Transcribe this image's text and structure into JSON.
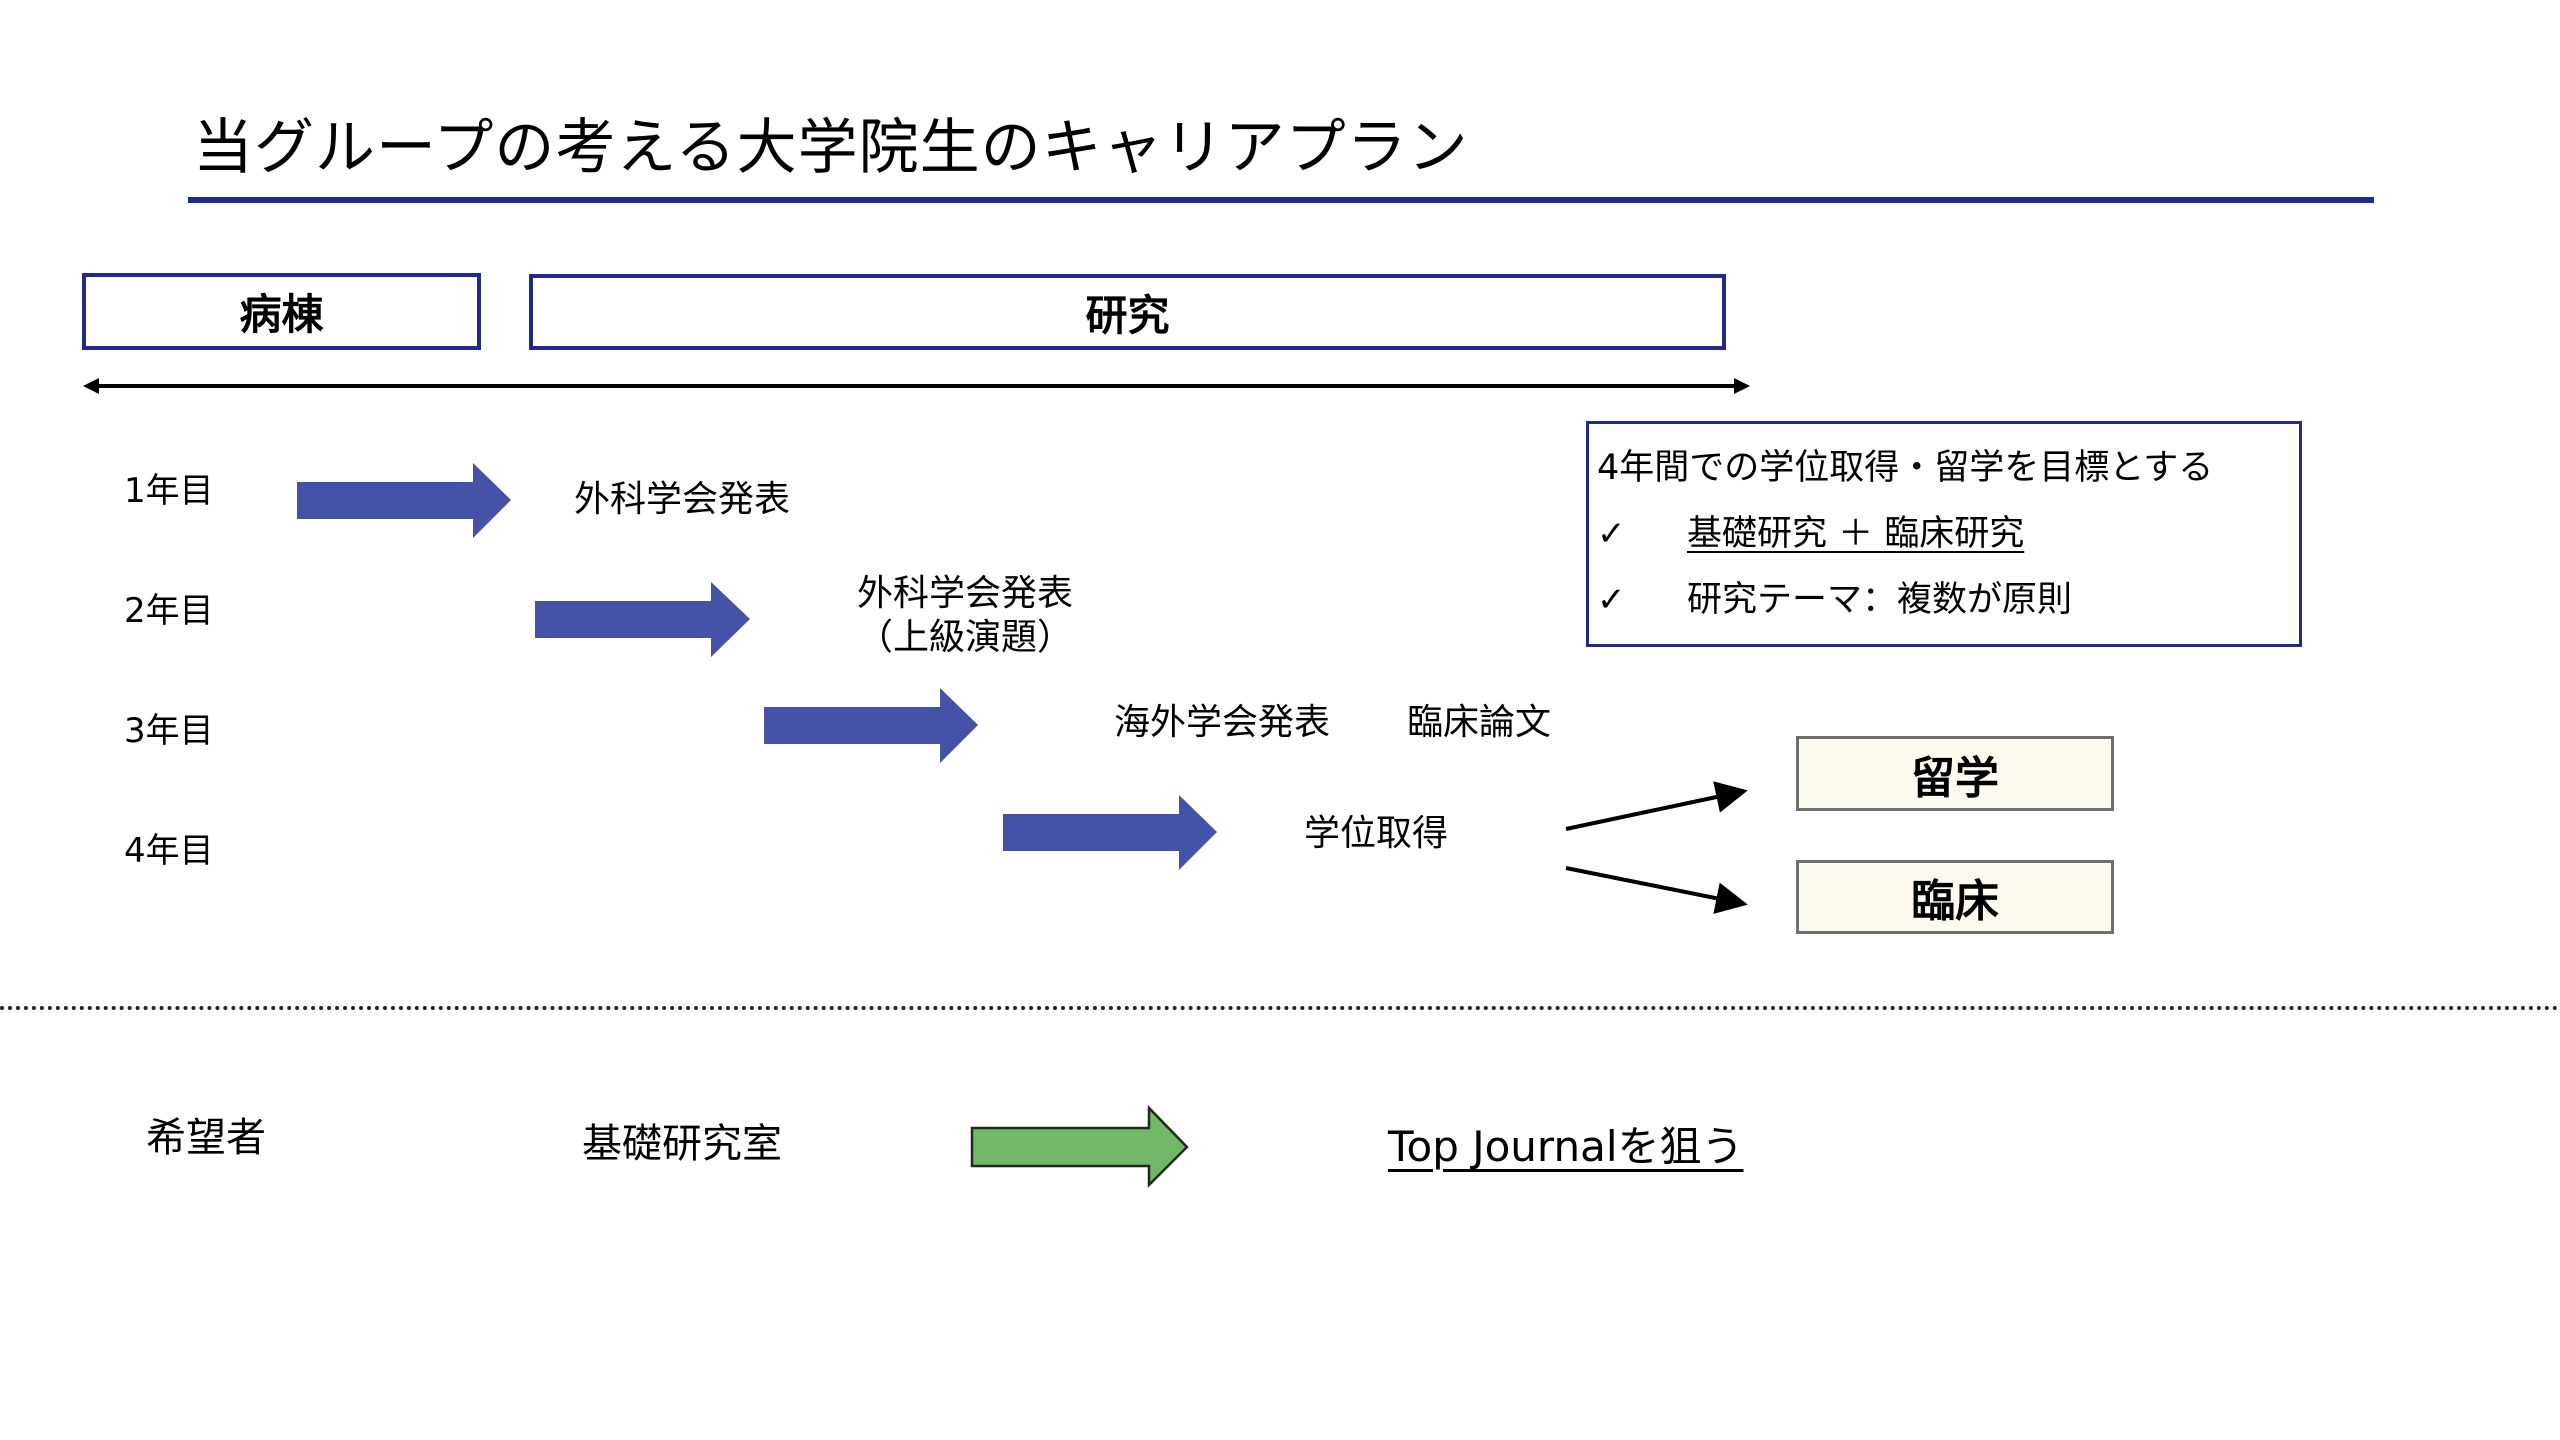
{
  "slide": {
    "title": "当グループの考える大学院生のキャリアプラン",
    "colors": {
      "accent_navy": "#1f2a8c",
      "blue_arrow": "#4452a8",
      "green_arrow": "#72b76a",
      "result_box_fill": "#fdfbef"
    }
  },
  "phases": [
    {
      "label": "病棟"
    },
    {
      "label": "研究"
    }
  ],
  "timeline": {
    "icon": "double-headed-arrow-icon"
  },
  "years": [
    {
      "label": "1年目",
      "milestones": [
        "外科学会発表"
      ]
    },
    {
      "label": "2年目",
      "milestones": [
        "外科学会発表",
        "（上級演題）"
      ]
    },
    {
      "label": "3年目",
      "milestones": [
        "海外学会発表",
        "臨床論文"
      ]
    },
    {
      "label": "4年目",
      "milestones": [
        "学位取得"
      ]
    }
  ],
  "goal_box": {
    "heading": "4年間での学位取得・留学を目標とする",
    "check_icon": "✓",
    "items": [
      {
        "text": "基礎研究 ＋ 臨床研究",
        "underlined": true
      },
      {
        "text": "研究テーマ：複数が原則",
        "underlined": false
      }
    ]
  },
  "outcomes": [
    {
      "label": "留学"
    },
    {
      "label": "臨床"
    }
  ],
  "optional_track": {
    "who": "希望者",
    "where": "基礎研究室",
    "goal": "Top Journalを狙う"
  }
}
